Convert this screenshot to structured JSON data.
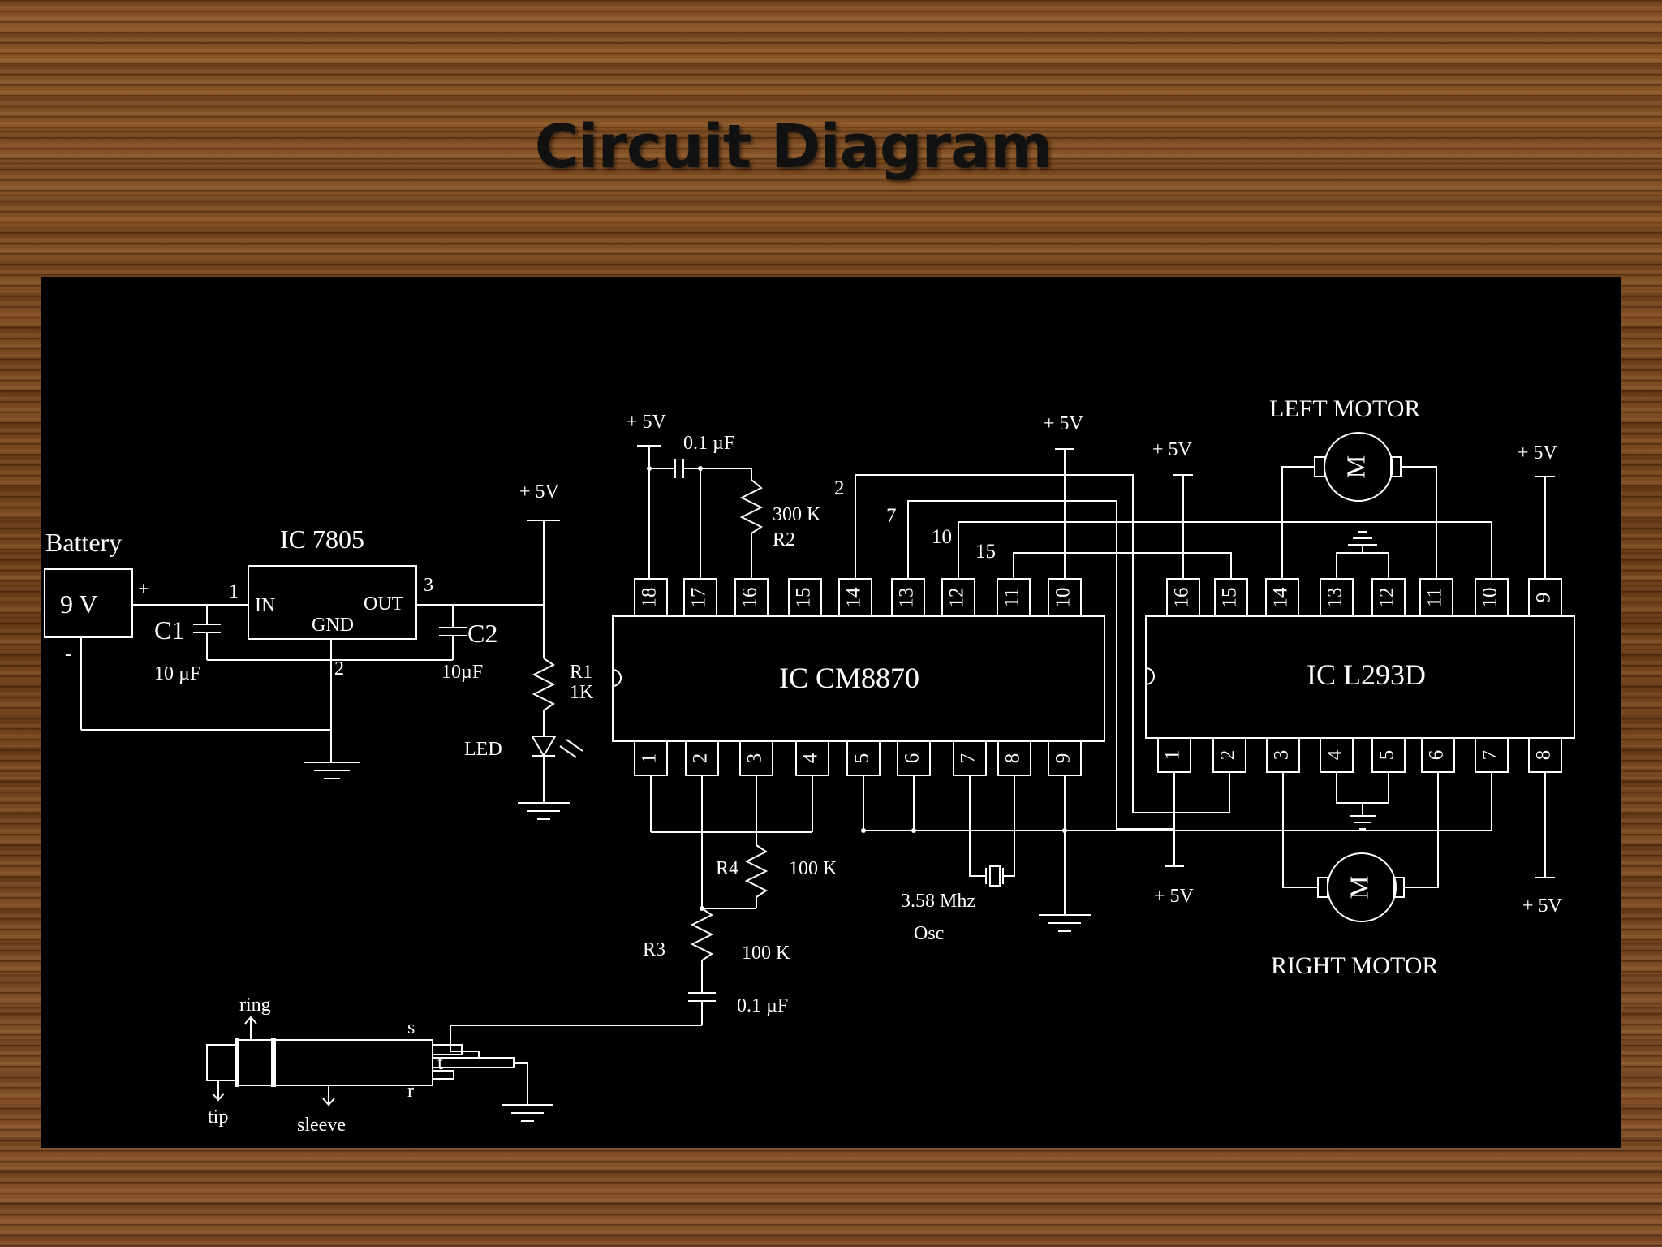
{
  "title": "Circuit Diagram",
  "battery": {
    "label": "Battery",
    "value": "9 V",
    "plus": "+",
    "minus": "-"
  },
  "regulator": {
    "name": "IC 7805",
    "in": "IN",
    "out": "OUT",
    "gnd": "GND",
    "pin_in": "1",
    "pin_gnd": "2",
    "pin_out": "3"
  },
  "c1": {
    "name": "C1",
    "value": "10 µF"
  },
  "c2": {
    "name": "C2",
    "value": "10µF"
  },
  "vcc_label": "+ 5V",
  "r1": {
    "name": "R1",
    "value": "1K"
  },
  "led_label": "LED",
  "decoder": {
    "name": "IC CM8870",
    "top_pins": [
      "18",
      "17",
      "16",
      "15",
      "14",
      "13",
      "12",
      "11",
      "10"
    ],
    "bottom_pins": [
      "1",
      "2",
      "3",
      "4",
      "5",
      "6",
      "7",
      "8",
      "9"
    ]
  },
  "driver": {
    "name": "IC L293D",
    "top_pins": [
      "16",
      "15",
      "14",
      "13",
      "12",
      "11",
      "10",
      "9"
    ],
    "bottom_pins": [
      "1",
      "2",
      "3",
      "4",
      "5",
      "6",
      "7",
      "8"
    ]
  },
  "cap_top": "0.1 µF",
  "r2": {
    "value": "300 K",
    "name": "R2"
  },
  "r3": {
    "name": "R3",
    "value": "100 K"
  },
  "r4": {
    "name": "R4",
    "value": "100 K"
  },
  "cap_bottom": "0.1 µF",
  "osc": {
    "freq": "3.58 Mhz",
    "label": "Osc"
  },
  "bus_labels": [
    "2",
    "7",
    "10",
    "15"
  ],
  "left_motor": "LEFT MOTOR",
  "right_motor": "RIGHT MOTOR",
  "motor_symbol": "M",
  "jack": {
    "ring": "ring",
    "tip": "tip",
    "sleeve": "sleeve",
    "s": "s",
    "t": "t",
    "r": "r"
  }
}
